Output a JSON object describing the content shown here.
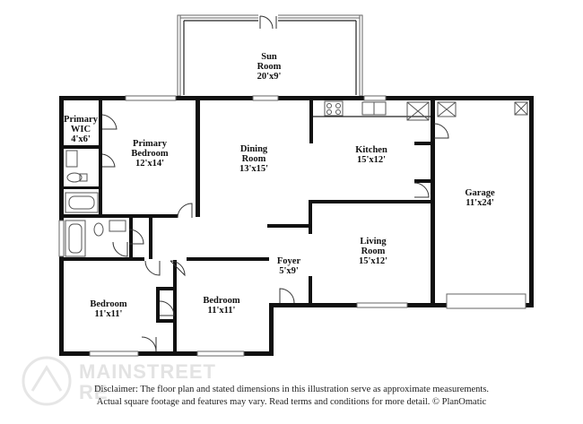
{
  "rooms": {
    "sun_room": {
      "name": "Sun",
      "name2": "Room",
      "dim": "20'x9'"
    },
    "primary_wic": {
      "name": "Primary",
      "name2": "WIC",
      "dim": "4'x6'"
    },
    "primary_bedroom": {
      "name": "Primary",
      "name2": "Bedroom",
      "dim": "12'x14'"
    },
    "dining_room": {
      "name": "Dining",
      "name2": "Room",
      "dim": "13'x15'"
    },
    "kitchen": {
      "name": "Kitchen",
      "dim": "15'x12'"
    },
    "garage": {
      "name": "Garage",
      "dim": "11'x24'"
    },
    "living_room": {
      "name": "Living",
      "name2": "Room",
      "dim": "15'x12'"
    },
    "foyer": {
      "name": "Foyer",
      "dim": "5'x9'"
    },
    "bedroom_1": {
      "name": "Bedroom",
      "dim": "11'x11'"
    },
    "bedroom_2": {
      "name": "Bedroom",
      "dim": "11'x11'"
    }
  },
  "watermark": {
    "line1": "MAINSTREET",
    "line2": "RE"
  },
  "disclaimer": {
    "line1": "Disclaimer: The floor plan and stated dimensions in this illustration serve as approximate measurements.",
    "line2": "Actual square footage and features may vary. Read terms and conditions for more detail. © PlanOmatic"
  }
}
